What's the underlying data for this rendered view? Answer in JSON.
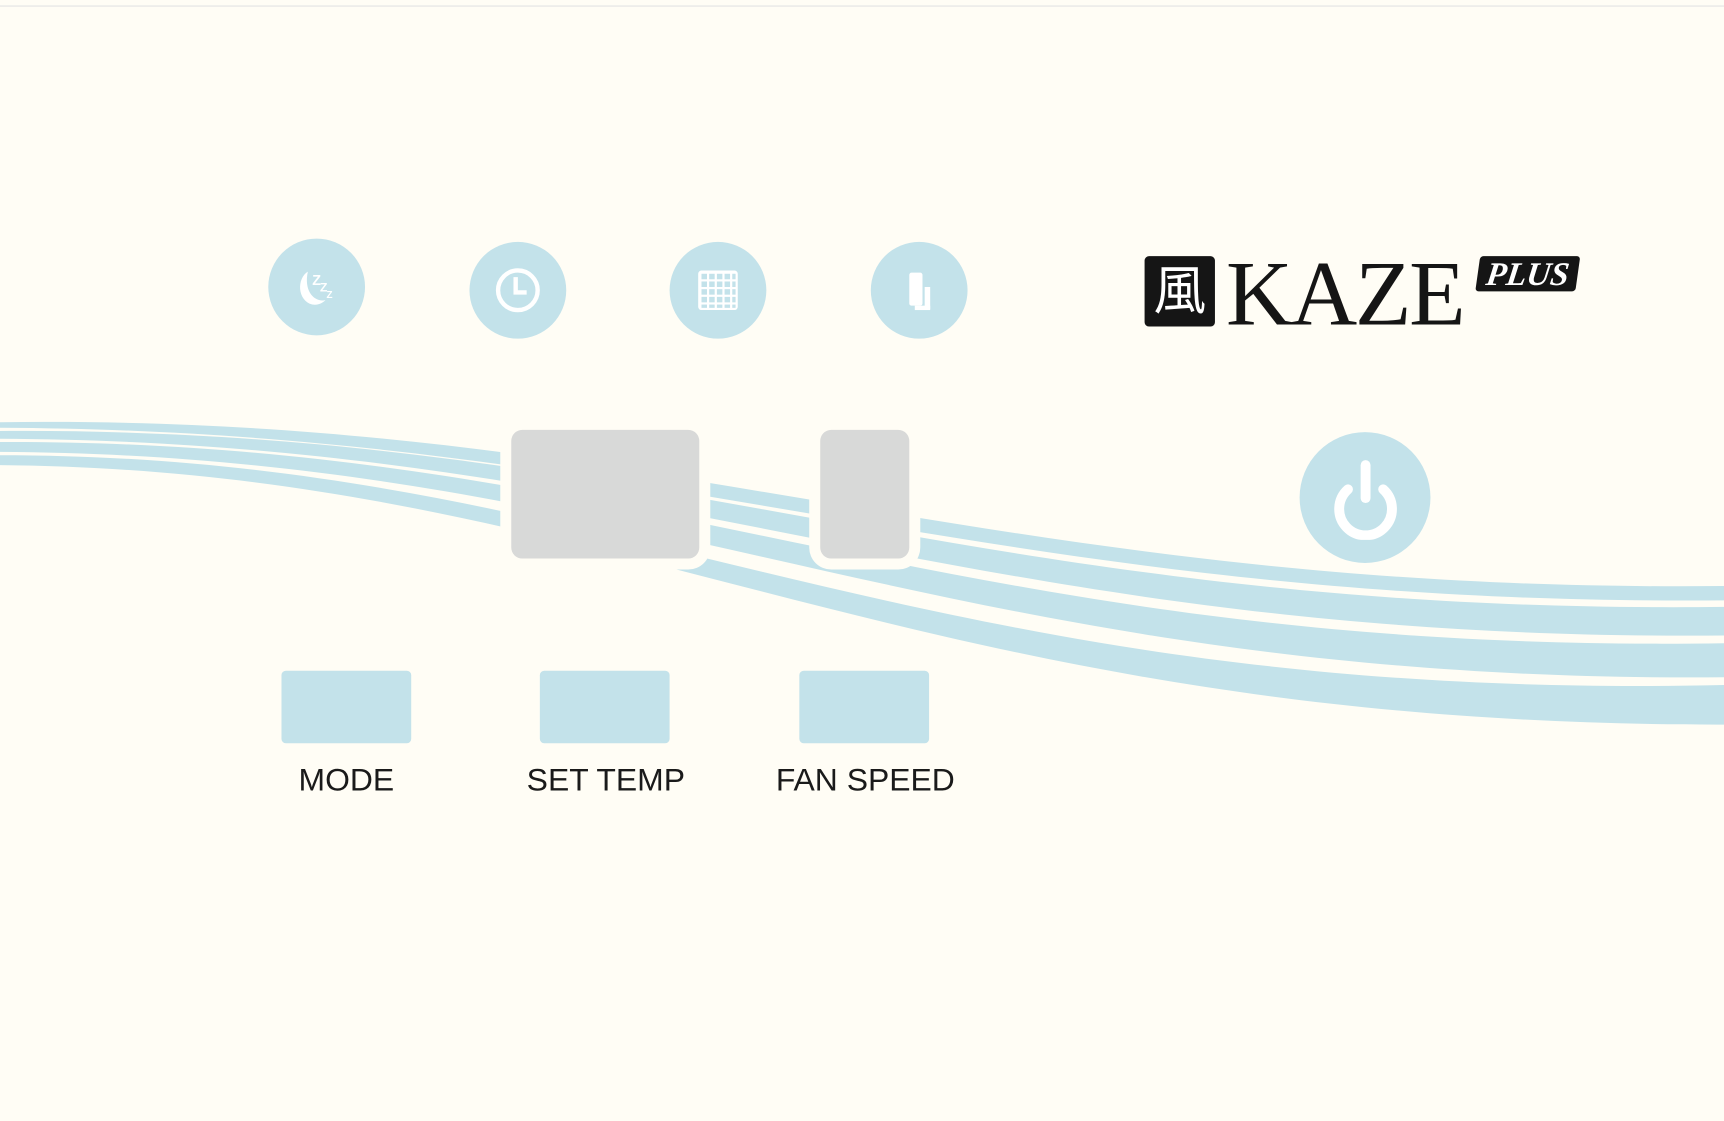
{
  "brand": {
    "kanji": "風",
    "name": "KAZE",
    "suffix": "PLUS"
  },
  "indicators": [
    {
      "name": "sleep",
      "icon": "sleep-moon-icon"
    },
    {
      "name": "timer",
      "icon": "clock-icon"
    },
    {
      "name": "filter",
      "icon": "filter-grid-icon"
    },
    {
      "name": "fan",
      "icon": "fan-unit-icon"
    }
  ],
  "buttons": {
    "mode": "MODE",
    "set_temp": "SET TEMP",
    "fan_speed": "FAN SPEED",
    "power_icon": "power-icon"
  },
  "colors": {
    "background": "#fffdf5",
    "accent": "#c3e2ea",
    "display": "#d8d9d8",
    "text": "#1a1a1a"
  }
}
